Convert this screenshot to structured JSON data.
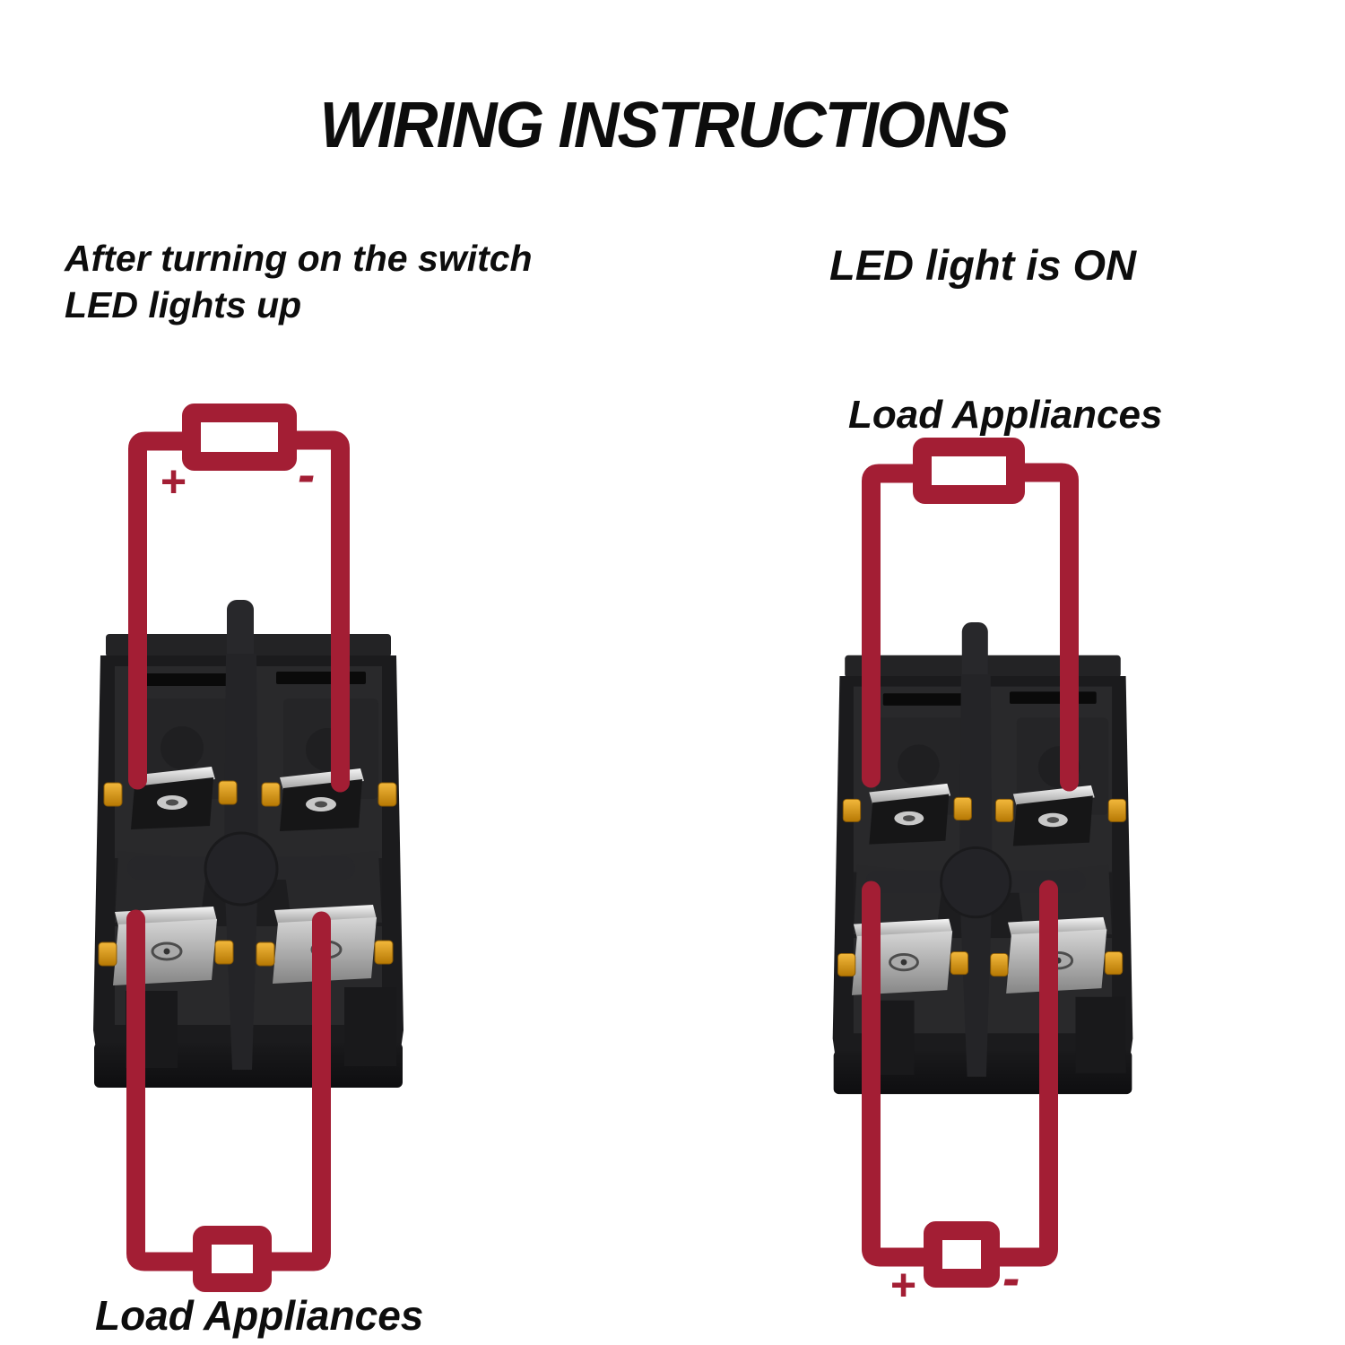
{
  "title": "WIRING INSTRUCTIONS",
  "panels": {
    "left": {
      "caption": [
        "After turning on the switch",
        "LED lights up"
      ],
      "load_label": "Load Appliances",
      "polarity": {
        "plus": "+",
        "minus": "-"
      }
    },
    "right": {
      "caption": "LED light is ON",
      "load_label": "Load Appliances",
      "polarity": {
        "plus": "+",
        "minus": "-"
      }
    }
  },
  "colors": {
    "background": "#ffffff",
    "text_black": "#0d0d0d",
    "wire_red": "#a31e34",
    "switch_body_dark": "#1b1b1d",
    "switch_panel_gray": "#29292b",
    "terminal_silver": "#d6d6d6",
    "contact_gold": "#d6920f"
  }
}
